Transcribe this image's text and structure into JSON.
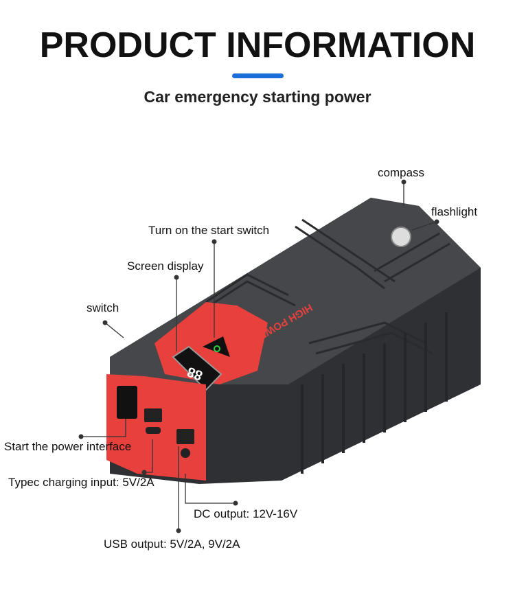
{
  "header": {
    "title": "PRODUCT INFORMATION",
    "subtitle": "Car emergency starting power"
  },
  "device": {
    "brand_text": "HIGH POWER",
    "screen_value": "88"
  },
  "labels": {
    "compass": "compass",
    "flashlight": "flashlight",
    "start_switch": "Turn on the start switch",
    "screen": "Screen display",
    "switch": "switch",
    "power_interface": "Start the power interface",
    "typec": "Typec charging input: 5V/2A",
    "dc": "DC output: 12V-16V",
    "usb": "USB output: 5V/2A, 9V/2A"
  },
  "colors": {
    "accent": "#1c6fd6",
    "device_red": "#e8403c",
    "device_body": "#3a3b3e"
  }
}
